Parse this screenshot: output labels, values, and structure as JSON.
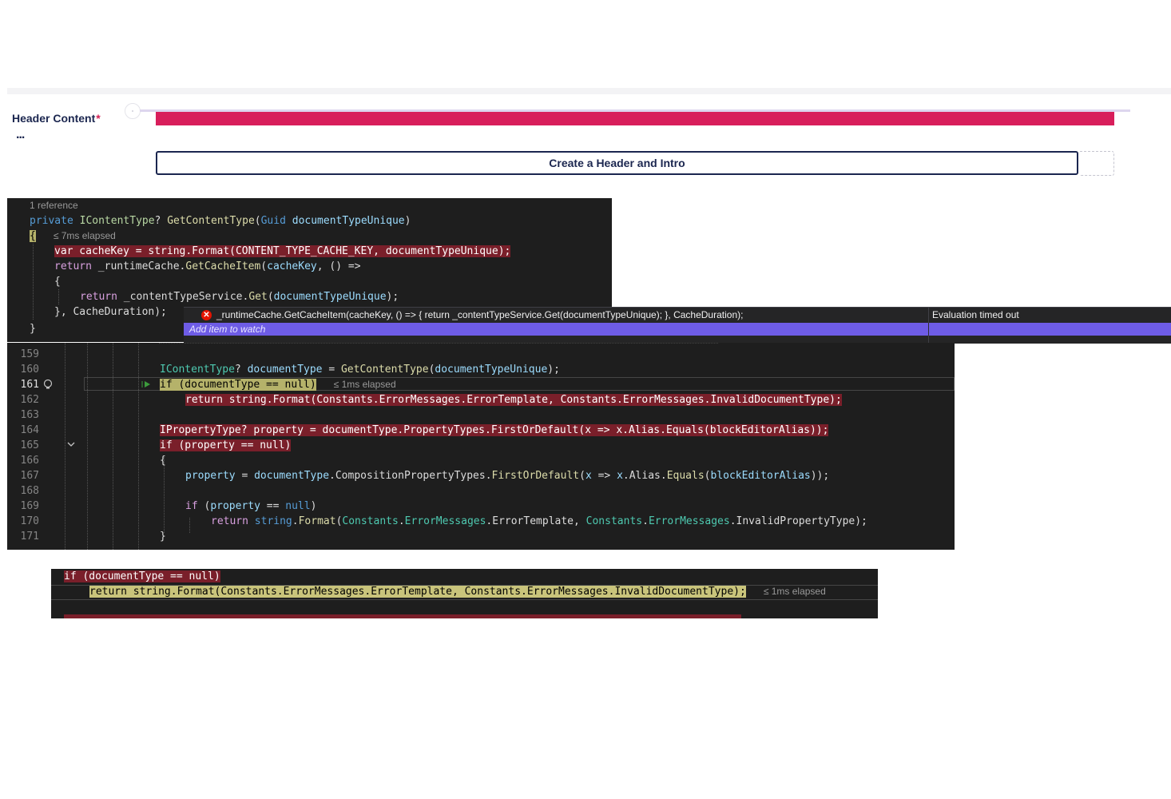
{
  "property": {
    "label": "Header Content",
    "required_mark": "*",
    "actions_label": "...",
    "create_button_label": "Create a Header and Intro"
  },
  "colors": {
    "accent_pink": "#d81e5b",
    "brand_navy": "#1b264f",
    "watch_highlight": "#6e5ce6",
    "breakpoint_red": "#7a1f2a"
  },
  "panel1": {
    "reference_count": "1 reference",
    "signature": {
      "private": "private",
      "return_type": "IContentType",
      "nullable": "?",
      "method": "GetContentType",
      "open_paren": "(",
      "param_type": "Guid",
      "param_name": "documentTypeUnique",
      "close_paren": ")"
    },
    "open_brace": "{",
    "elapsed": "≤ 7ms elapsed",
    "line_var": "var cacheKey = string.Format(CONTENT_TYPE_CACHE_KEY, documentTypeUnique);",
    "line_return_kw": "return",
    "line_return_rest1": " _runtimeCache.",
    "line_return_method": "GetCacheItem",
    "line_return_rest2": "(",
    "line_return_arg": "cacheKey",
    "line_return_rest3": ", () =>",
    "inner_open": "{",
    "inner_return_kw": "return",
    "inner_return_rest1": " _contentTypeService.",
    "inner_return_method": "Get",
    "inner_return_rest2": "(",
    "inner_return_arg": "documentTypeUnique",
    "inner_return_rest3": ");",
    "inner_close": "}, CacheDuration);",
    "close_brace": "}"
  },
  "watch": {
    "error_icon": "error-icon",
    "expression": "_runtimeCache.GetCacheItem(cacheKey, () => { return _contentTypeService.Get(documentTypeUnique); }, CacheDuration);",
    "value": "Evaluation timed out",
    "add_item_placeholder": "Add item to watch"
  },
  "panel2": {
    "line_numbers": [
      "159",
      "160",
      "161",
      "162",
      "163",
      "164",
      "165",
      "166",
      "167",
      "168",
      "169",
      "170",
      "171"
    ],
    "active_line": "161",
    "l160": {
      "type": "IContentType",
      "q": "? ",
      "var": "documentType",
      "eq": " = ",
      "method": "GetContentType",
      "p1": "(",
      "arg": "documentTypeUnique",
      "p2": ");"
    },
    "l161": {
      "text": "if (documentType == null)",
      "elapsed": "≤ 1ms elapsed"
    },
    "l162": {
      "text": "return string.Format(Constants.ErrorMessages.ErrorTemplate, Constants.ErrorMessages.InvalidDocumentType);"
    },
    "l164": {
      "text": "IPropertyType? property = documentType.PropertyTypes.FirstOrDefault(x => x.Alias.Equals(blockEditorAlias));"
    },
    "l165": {
      "text": "if (property == null)"
    },
    "l166": {
      "text": "{"
    },
    "l167": {
      "var": "property",
      "eq": " = ",
      "obj": "documentType",
      "dot": ".",
      "prop": "CompositionPropertyTypes",
      "dot2": ".",
      "method": "FirstOrDefault",
      "p1": "(",
      "x1": "x",
      "arrow": " => ",
      "x2": "x",
      "alias": ".Alias.",
      "equals": "Equals",
      "p2": "(",
      "arg": "blockEditorAlias",
      "p3": "));"
    },
    "l169": {
      "kw": "if",
      "p1": " (",
      "var": "property",
      "op": " == ",
      "null": "null",
      "p2": ")"
    },
    "l170": {
      "kw": "return",
      "sp": " ",
      "str": "string",
      "dot": ".",
      "method": "Format",
      "p1": "(",
      "c1": "Constants",
      "d1": ".",
      "c2": "ErrorMessages",
      "d2": ".ErrorTemplate, ",
      "c3": "Constants",
      "d3": ".",
      "c4": "ErrorMessages",
      "d4": ".InvalidPropertyType);"
    },
    "l171": {
      "text": "}"
    }
  },
  "panel3": {
    "line1": "if (documentType == null)",
    "line2": "return string.Format(Constants.ErrorMessages.ErrorTemplate, Constants.ErrorMessages.InvalidDocumentType);",
    "elapsed": "≤ 1ms elapsed"
  },
  "icons": [
    "lightbulb-icon",
    "fold-chevron-icon",
    "run-to-cursor-icon",
    "error-icon",
    "drag-handle-icon"
  ]
}
